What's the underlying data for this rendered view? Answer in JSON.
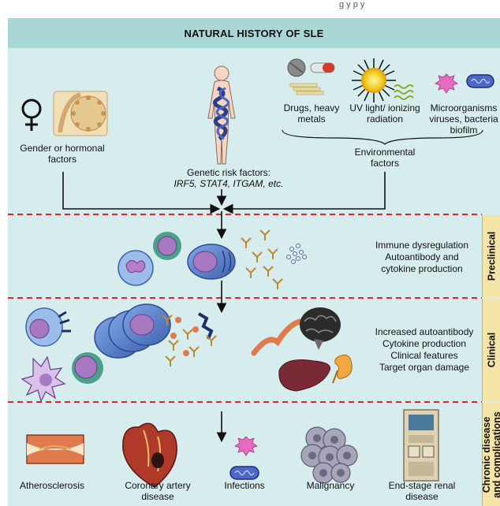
{
  "top_fragment": "g    y    p    y",
  "title": "NATURAL HISTORY OF SLE",
  "factors": {
    "gender": "Gender or hormonal factors",
    "genetic_line1": "Genetic risk factors:",
    "genetic_line2": "IRF5, STAT4, ITGAM, etc.",
    "drugs": "Drugs, heavy metals",
    "uv": "UV light/ ionizing radiation",
    "micro": "Microorganisms viruses, bacteria biofilm",
    "environmental": "Environmental factors"
  },
  "preclinical": {
    "stage_label": "Preclinical",
    "line1": "Immune dysregulation",
    "line2": "Autoantibody and",
    "line3": "cytokine production"
  },
  "clinical": {
    "stage_label": "Clinical",
    "line1": "Increased autoantibody",
    "line2": "Cytokine production",
    "line3": "Clinical features",
    "line4": "Target organ damage"
  },
  "chronic": {
    "stage_label_1": "Chronic disease",
    "stage_label_2": "and complications",
    "outcomes": [
      "Atherosclerosis",
      "Coronary artery disease",
      "Infections",
      "Malignancy",
      "End-stage renal disease"
    ]
  },
  "colors": {
    "panel": "#d7ecec",
    "banner": "#a9d7d6",
    "divider": "#d42a2a",
    "stage_tab": "#f4e4a6",
    "cell_blue": "#5a7fc6",
    "cell_purple": "#a779c2",
    "antibody": "#d8a63a"
  }
}
